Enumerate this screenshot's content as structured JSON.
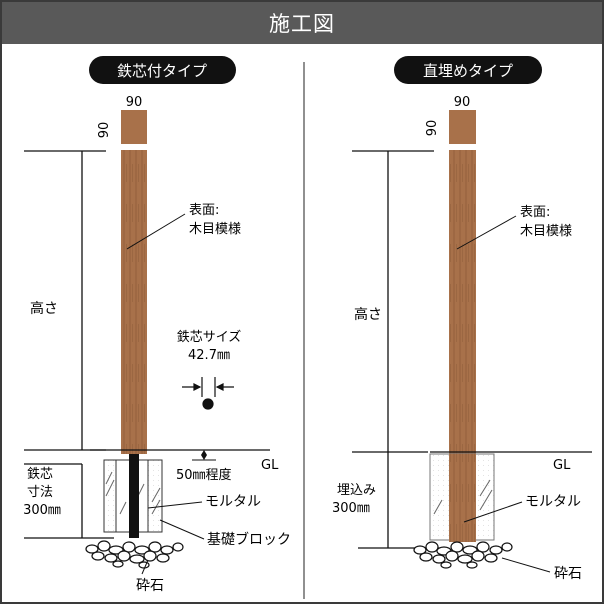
{
  "header": {
    "title": "施工図"
  },
  "colors": {
    "wood": "#a8714a",
    "wood_grain": "#8e5c38",
    "header_bg": "#595959",
    "ink": "#111111"
  },
  "left_panel": {
    "badge": "鉄芯付タイプ",
    "cap_width": "90",
    "cap_height": "90",
    "height_label": "高さ",
    "surface_label_1": "表面:",
    "surface_label_2": "木目模様",
    "core_size_label_1": "鉄芯サイズ",
    "core_size_label_2": "42.7㎜",
    "gl_label": "GL",
    "depth_note": "50㎜程度",
    "core_len_1": "鉄芯",
    "core_len_2": "寸法",
    "core_len_3": "300㎜",
    "mortar_label": "モルタル",
    "block_label": "基礎ブロック",
    "gravel_label": "砕石"
  },
  "right_panel": {
    "badge": "直埋めタイプ",
    "cap_width": "90",
    "cap_height": "90",
    "height_label": "高さ",
    "surface_label_1": "表面:",
    "surface_label_2": "木目模様",
    "gl_label": "GL",
    "embed_1": "埋込み",
    "embed_2": "300㎜",
    "mortar_label": "モルタル",
    "gravel_label": "砕石"
  }
}
